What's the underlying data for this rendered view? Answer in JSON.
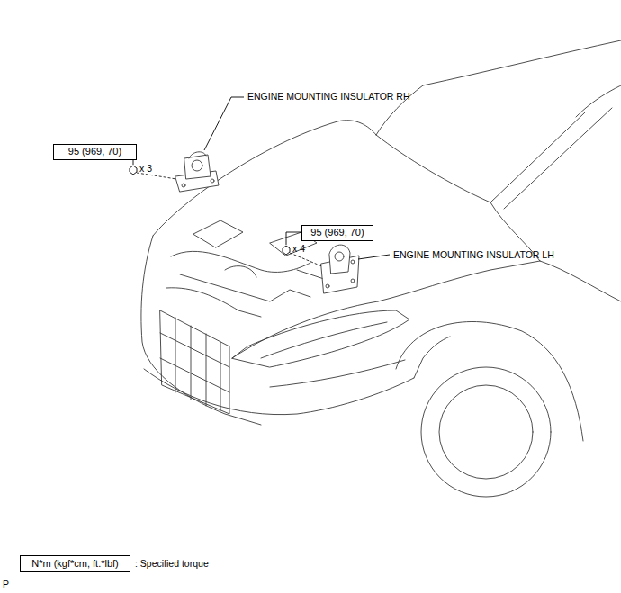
{
  "diagram": {
    "nodes": [
      {
        "text": [
          "95 (969, 70)"
        ]
      },
      {
        "text": [
          "95 (969, 70)"
        ]
      },
      {
        "text": [
          "N*m (kgf*cm, ft.*lbf)"
        ]
      }
    ],
    "labels": [
      "ENGINE MOUNTING INSULATOR RH",
      "x 3",
      "x 4",
      "ENGINE MOUNTING INSULATOR LH",
      ": Specified torque",
      "P"
    ]
  }
}
